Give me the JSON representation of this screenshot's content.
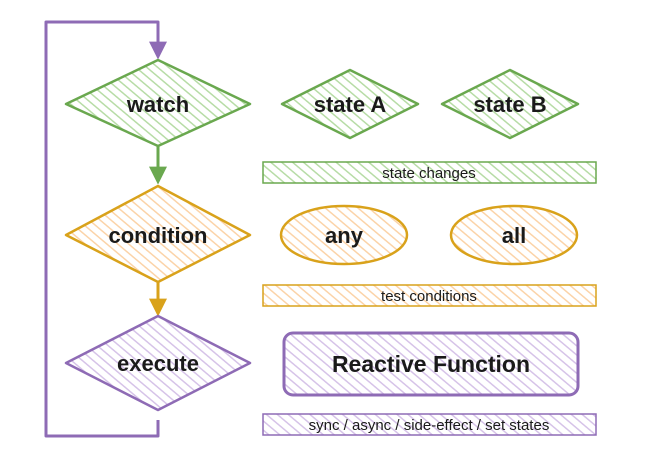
{
  "colors": {
    "green": "#6aa84f",
    "green_fill": "#cfe8c2",
    "orange": "#d9a21b",
    "orange_fill": "#fbd9b5",
    "purple": "#8e6bb5",
    "purple_fill": "#dccbea",
    "arrow_purple": "#8e6bb5"
  },
  "flow": {
    "watch": "watch",
    "condition": "condition",
    "execute": "execute"
  },
  "states": {
    "a": "state A",
    "b": "state B",
    "bar": "state changes"
  },
  "conditions": {
    "any": "any",
    "all": "all",
    "bar": "test conditions"
  },
  "function": {
    "label": "Reactive Function",
    "bar": "sync / async / side-effect / set states"
  }
}
